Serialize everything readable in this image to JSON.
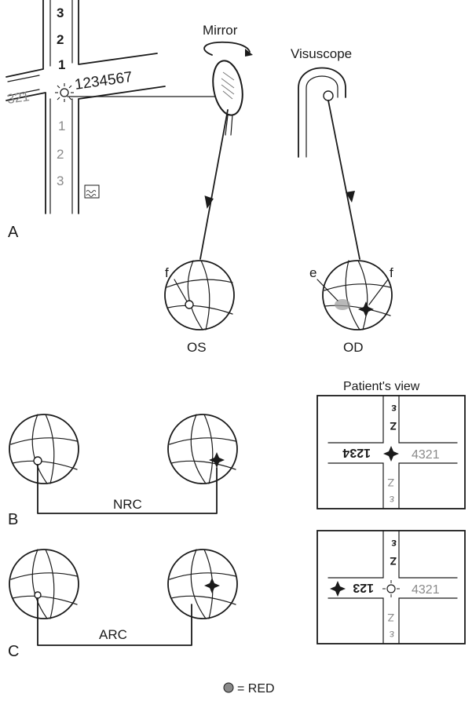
{
  "panel_labels": {
    "a": "A",
    "b": "B",
    "c": "C"
  },
  "panel_a": {
    "mirror_label": "Mirror",
    "visuscope_label": "Visuscope",
    "fixation_label_left": "f",
    "fixation_label_right": "f",
    "eccentric_label": "e",
    "eye_left_label": "OS",
    "eye_right_label": "OD",
    "cross_numbers_top": [
      "3",
      "2",
      "1"
    ],
    "cross_numbers_bottom": [
      "1",
      "2",
      "3"
    ],
    "cross_numbers_left": "321",
    "cross_numbers_right": "1234567"
  },
  "panel_b": {
    "connector_label": "NRC",
    "patient_view_title": "Patient's view",
    "view_left_numbers": "1234",
    "view_right_numbers": "4321"
  },
  "panel_c": {
    "connector_label": "ARC",
    "view_left_numbers": "123",
    "view_right_numbers": "4321"
  },
  "legend": {
    "red_label": "= RED"
  },
  "colors": {
    "ink": "#1a1a1a",
    "red_marker": "#8a8a8a"
  }
}
